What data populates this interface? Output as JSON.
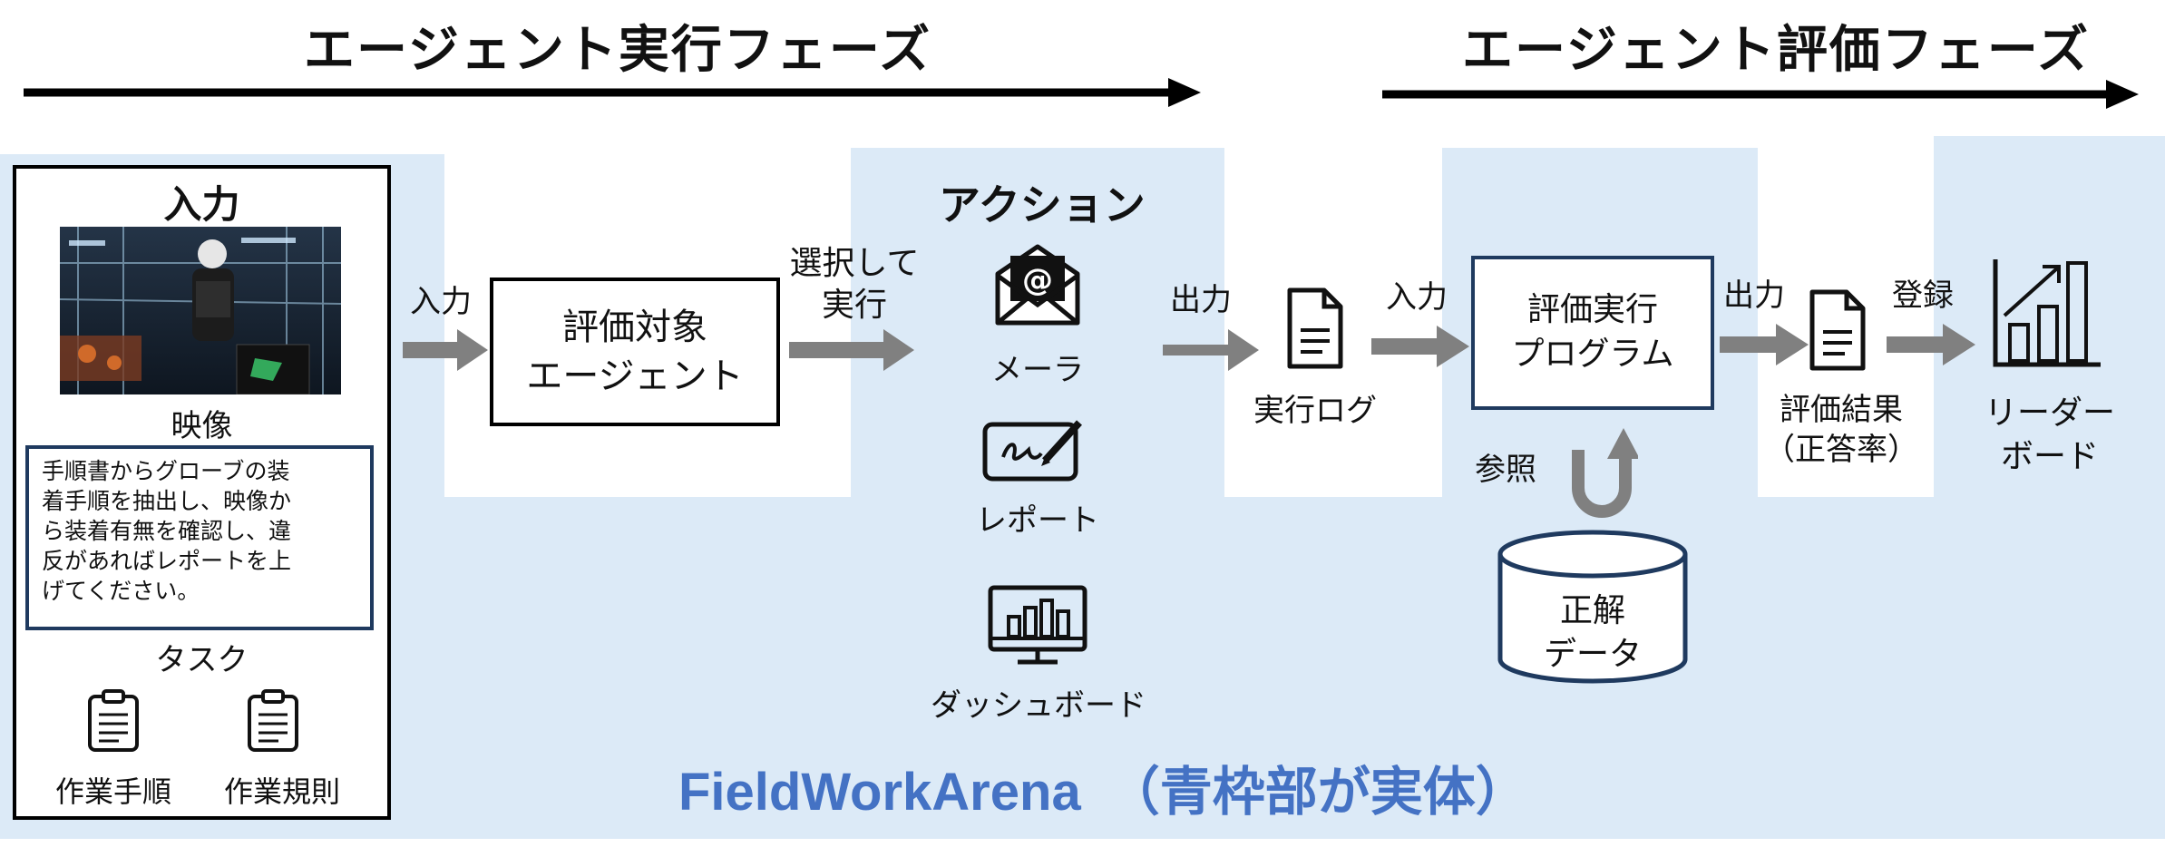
{
  "phases": {
    "execution_title": "エージェント実行フェーズ",
    "evaluation_title": "エージェント評価フェーズ"
  },
  "input_panel": {
    "title": "入力",
    "video_label": "映像",
    "task_text_lines": [
      "手順書からグローブの装",
      "着手順を抽出し、映像か",
      "ら装着有無を確認し、違",
      "反があればレポートを上",
      "げてください。"
    ],
    "task_label": "タスク",
    "doc1_label": "作業手順",
    "doc2_label": "作業規則"
  },
  "flow": {
    "input_arrow_label": "入力",
    "agent_box_lines": [
      "評価対象",
      "エージェント"
    ],
    "select_exec_lines": [
      "選択して",
      "実行"
    ],
    "actions_title": "アクション",
    "action_mail": "メーラ",
    "action_report": "レポート",
    "action_dashboard": "ダッシュボード",
    "output_label_1": "出力",
    "exec_log_label": "実行ログ",
    "input_label_2": "入力",
    "eval_program_lines": [
      "評価実行",
      "プログラム"
    ],
    "reference_label": "参照",
    "ground_truth_lines": [
      "正解",
      "データ"
    ],
    "output_label_2": "出力",
    "eval_result_lines": [
      "評価結果",
      "（正答率）"
    ],
    "register_label": "登録",
    "leaderboard_lines": [
      "リーダー",
      "ボード"
    ]
  },
  "brand": "FieldWorkArena　（青枠部が実体）",
  "colors": {
    "light_blue_bg": "#dceaf7",
    "navy_border": "#1f3a5f",
    "arrow_gray": "#808080",
    "brand_blue": "#4472c4"
  },
  "icons": [
    "envelope-icon",
    "signature-pad-icon",
    "monitor-chart-icon",
    "document-icon",
    "clipboard-icon",
    "bar-chart-icon",
    "u-turn-arrow-icon",
    "database-cylinder-icon"
  ]
}
